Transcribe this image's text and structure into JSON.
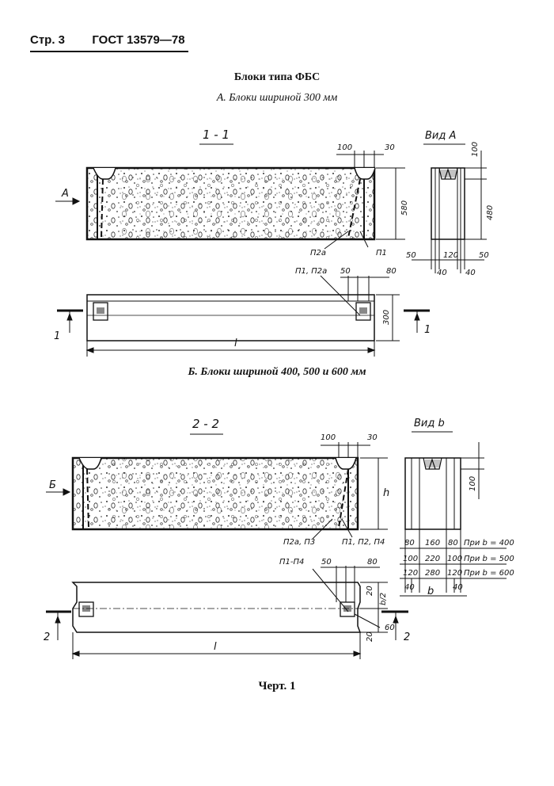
{
  "header": {
    "page": "Стр. 3",
    "standard": "ГОСТ 13579—78"
  },
  "title": "Блоки типа ФБС",
  "subtitles": {
    "a": "А. Блоки шириной 300 мм",
    "b": "Б. Блоки шириной 400, 500 и 600 мм"
  },
  "caption": "Черт. 1",
  "section_a": {
    "section_label": "1 - 1",
    "view_label": "Вид А",
    "arrow_label": "А",
    "cut_number": "1",
    "length_label": "l",
    "dims": {
      "d100": "100",
      "d30": "30",
      "d580": "580",
      "d300": "300",
      "d50": "50",
      "d80": "80",
      "d480": "480",
      "d120": "120",
      "d40": "40"
    },
    "leaders": {
      "p2a": "П2а",
      "p1": "П1",
      "p1p2a": "П1, П2а"
    }
  },
  "section_b": {
    "section_label": "2 - 2",
    "view_label": "Вид b",
    "arrow_label": "Б",
    "cut_number": "2",
    "length_label": "l",
    "height_label": "h",
    "width_label": "b",
    "half_width_label": "b/2",
    "dims": {
      "d100": "100",
      "d30": "30",
      "d50": "50",
      "d80": "80",
      "d20": "20",
      "d60": "60",
      "d40": "40"
    },
    "leaders": {
      "p2ap3": "П2а, П3",
      "p1p2p4": "П1, П2, П4",
      "p1p4": "П1-П4"
    },
    "width_table": [
      {
        "left": "80",
        "mid": "160",
        "right": "80",
        "note": "При b = 400"
      },
      {
        "left": "100",
        "mid": "220",
        "right": "100",
        "note": "При b = 500"
      },
      {
        "left": "120",
        "mid": "280",
        "right": "120",
        "note": "При b = 600"
      }
    ]
  }
}
